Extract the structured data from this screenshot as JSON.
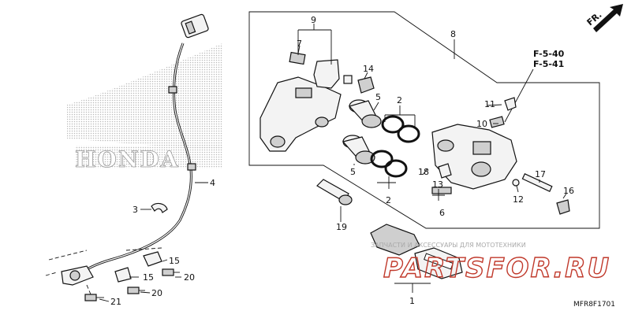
{
  "diagram": {
    "orientation_label": "FR.",
    "ref_labels": [
      "F-5-40",
      "F-5-41"
    ],
    "drawing_code": "MFR8F1701",
    "watermark": {
      "brand": "HONDA",
      "site_caption": "ЗАПЧАСТИ И АКСЕССУАРЫ ДЛЯ МОТОТЕХНИКИ",
      "site_name": "PARTSFOR.RU"
    },
    "callouts": [
      "1",
      "2",
      "2",
      "3",
      "4",
      "5",
      "5",
      "6",
      "7",
      "8",
      "9",
      "10",
      "11",
      "12",
      "13",
      "14",
      "15",
      "15",
      "16",
      "17",
      "18",
      "19",
      "20",
      "20",
      "21"
    ],
    "colors": {
      "ink": "#111111",
      "logo_dots": "#b9b9b9",
      "watermark": "#c0392b"
    }
  }
}
